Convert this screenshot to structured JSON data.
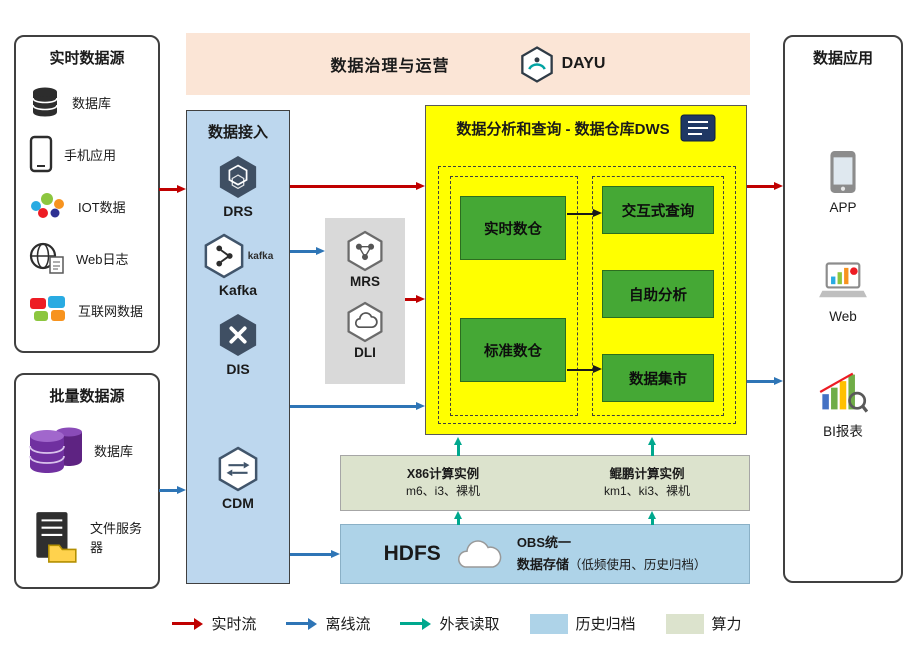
{
  "governance": {
    "title": "数据治理与运营",
    "product": "DAYU"
  },
  "realtime_sources": {
    "title": "实时数据源",
    "items": [
      {
        "label": "数据库",
        "icon": "database-icon"
      },
      {
        "label": "手机应用",
        "icon": "mobile-app-icon"
      },
      {
        "label": "IOT数据",
        "icon": "iot-icon"
      },
      {
        "label": "Web日志",
        "icon": "web-log-icon"
      },
      {
        "label": "互联网数据",
        "icon": "internet-data-icon"
      }
    ]
  },
  "batch_sources": {
    "title": "批量数据源",
    "items": [
      {
        "label": "数据库",
        "icon": "database-stack-icon"
      },
      {
        "label": "文件服务器",
        "icon": "file-server-icon"
      }
    ]
  },
  "ingestion": {
    "title": "数据接入",
    "items": [
      {
        "label": "DRS",
        "icon": "drs-icon"
      },
      {
        "label": "Kafka",
        "icon": "kafka-icon",
        "wordmark": "kafka"
      },
      {
        "label": "DIS",
        "icon": "dis-icon"
      },
      {
        "label": "CDM",
        "icon": "cdm-icon"
      }
    ]
  },
  "processing": {
    "items": [
      {
        "label": "MRS",
        "icon": "mrs-icon"
      },
      {
        "label": "DLI",
        "icon": "dli-icon"
      }
    ]
  },
  "dws": {
    "title": "数据分析和查询 - 数据仓库DWS",
    "warehouses": [
      {
        "label": "实时数仓"
      },
      {
        "label": "标准数仓"
      }
    ],
    "services": [
      {
        "label": "交互式查询"
      },
      {
        "label": "自助分析"
      },
      {
        "label": "数据集市"
      }
    ]
  },
  "compute": {
    "x86": {
      "title": "X86计算实例",
      "spec": "m6、i3、裸机"
    },
    "kunpeng": {
      "title": "鲲鹏计算实例",
      "spec": "km1、ki3、裸机"
    }
  },
  "storage": {
    "hdfs": "HDFS",
    "obs_line1": "OBS统一",
    "obs_line2": "数据存储",
    "obs_note": "（低频使用、历史归档）"
  },
  "applications": {
    "title": "数据应用",
    "items": [
      {
        "label": "APP",
        "icon": "app-phone-icon"
      },
      {
        "label": "Web",
        "icon": "web-dashboard-icon"
      },
      {
        "label": "BI报表",
        "icon": "bi-report-icon"
      }
    ]
  },
  "legend": {
    "items": [
      {
        "label": "实时流",
        "type": "arrow",
        "color": "#c00000"
      },
      {
        "label": "离线流",
        "type": "arrow",
        "color": "#2e75b6"
      },
      {
        "label": "外表读取",
        "type": "arrow",
        "color": "#00a88e"
      },
      {
        "label": "历史归档",
        "type": "swatch",
        "color": "#aed3e8"
      },
      {
        "label": "算力",
        "type": "swatch",
        "color": "#dce3cd"
      }
    ]
  },
  "colors": {
    "banner_bg": "#fbe5d6",
    "ingestion_bg": "#bdd7ee",
    "processing_bg": "#d9d9d9",
    "dws_bg": "#ffff00",
    "module_green": "#45a835",
    "compute_bg": "#dce3cd",
    "storage_bg": "#aed3e8",
    "realtime_flow": "#c00000",
    "offline_flow": "#2e75b6",
    "external_read": "#00a88e"
  }
}
